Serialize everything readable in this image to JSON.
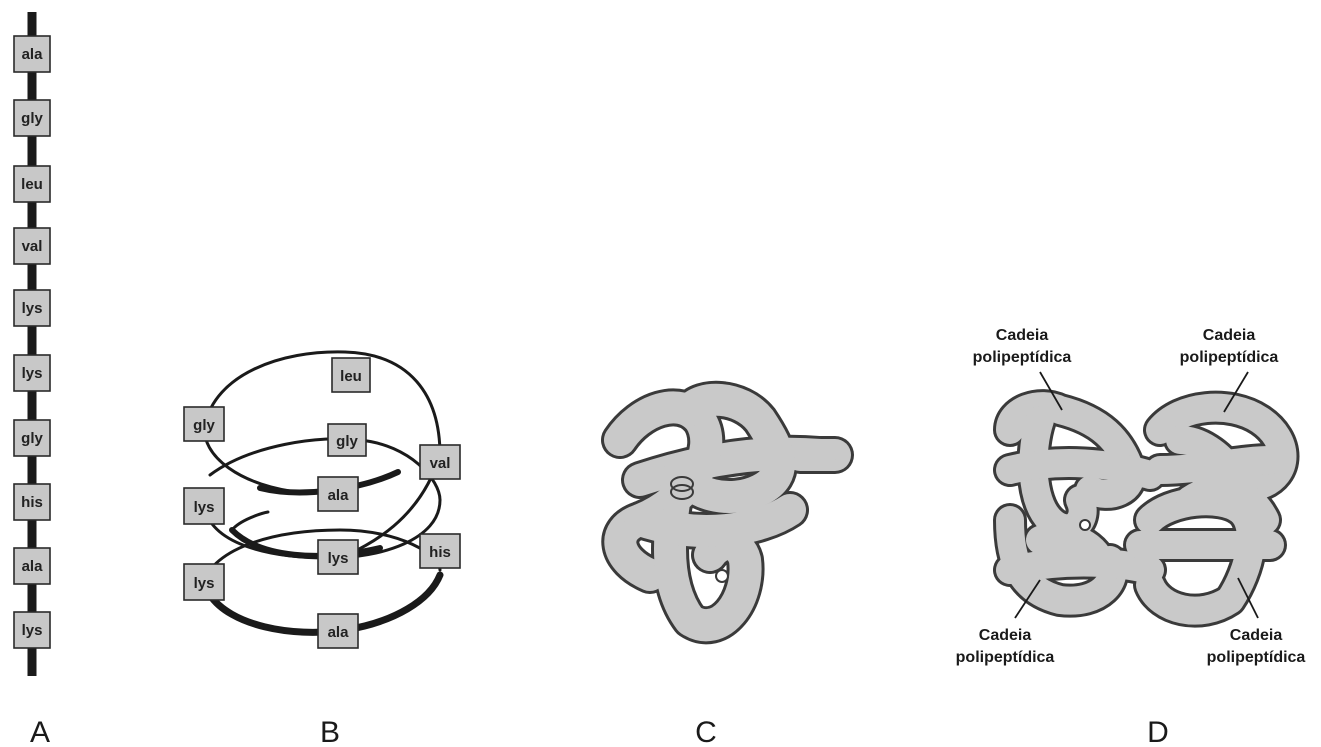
{
  "panels": {
    "a": {
      "letter": "A",
      "residues": [
        "ala",
        "gly",
        "leu",
        "val",
        "lys",
        "lys",
        "gly",
        "his",
        "ala",
        "lys"
      ]
    },
    "b": {
      "letter": "B",
      "residues": [
        "leu",
        "gly",
        "gly",
        "val",
        "ala",
        "lys",
        "lys",
        "his",
        "lys",
        "ala"
      ]
    },
    "c": {
      "letter": "C"
    },
    "d": {
      "letter": "D",
      "labels": [
        {
          "line1": "Cadeia",
          "line2": "polipeptídica"
        },
        {
          "line1": "Cadeia",
          "line2": "polipeptídica"
        },
        {
          "line1": "Cadeia",
          "line2": "polipeptídica"
        },
        {
          "line1": "Cadeia",
          "line2": "polipeptídica"
        }
      ]
    }
  },
  "colors": {
    "tube_fill": "#c9c9c9",
    "tube_outline": "#3a3a3a",
    "box_fill": "#c8c8c8",
    "chain": "#1a1a1a"
  }
}
